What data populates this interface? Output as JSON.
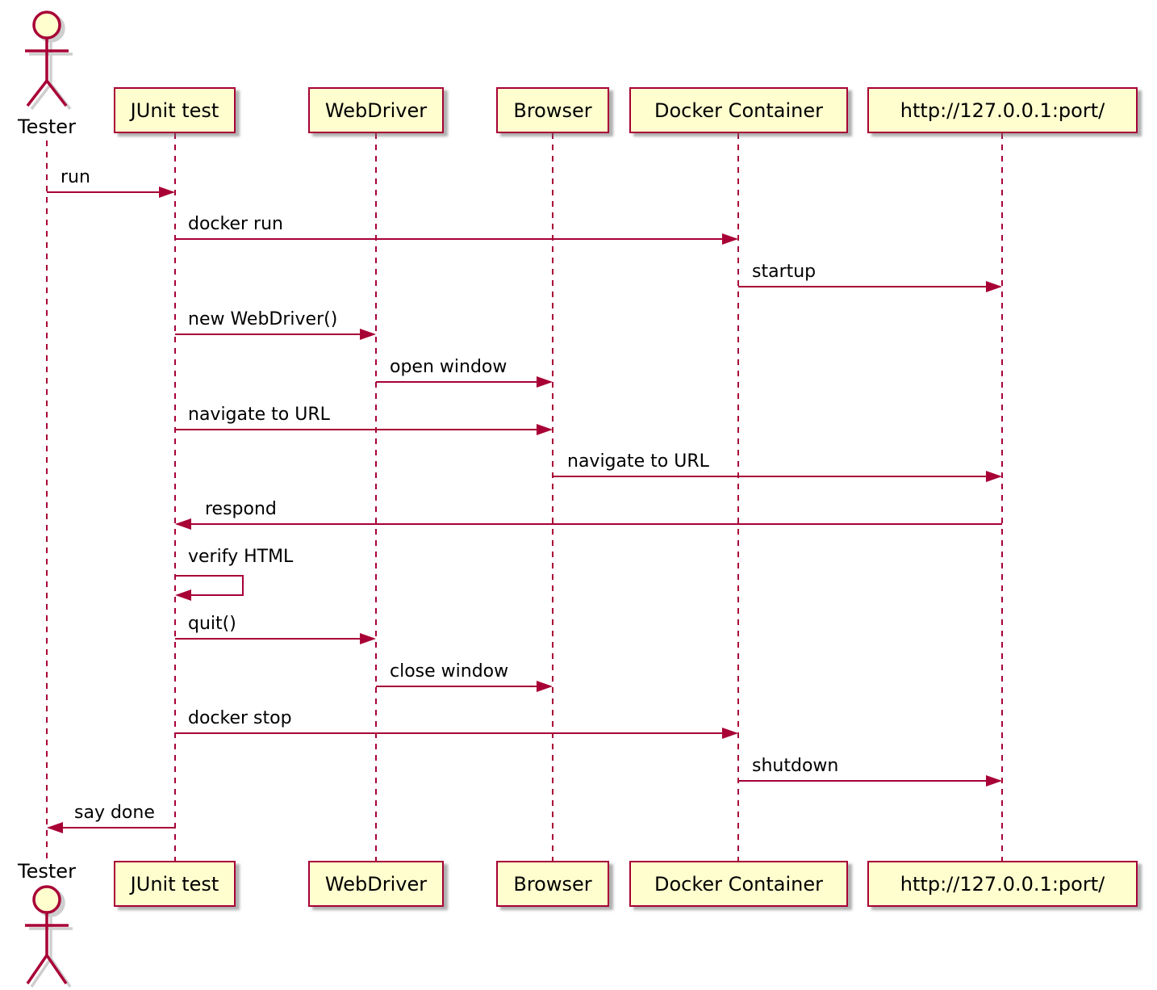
{
  "diagram": {
    "type": "sequence-diagram",
    "colors": {
      "line": "#A80036",
      "participant_fill": "#FEFECE",
      "text": "#000000",
      "shadow": "#9e9e9e"
    },
    "actor": {
      "name": "Tester"
    },
    "participants": [
      {
        "id": "junit",
        "label": "JUnit test"
      },
      {
        "id": "webdriver",
        "label": "WebDriver"
      },
      {
        "id": "browser",
        "label": "Browser"
      },
      {
        "id": "docker",
        "label": "Docker Container"
      },
      {
        "id": "url",
        "label": "http://127.0.0.1:port/"
      }
    ],
    "messages": [
      {
        "from": "Tester",
        "to": "JUnit test",
        "label": "run"
      },
      {
        "from": "JUnit test",
        "to": "Docker Container",
        "label": "docker run"
      },
      {
        "from": "Docker Container",
        "to": "http://127.0.0.1:port/",
        "label": "startup"
      },
      {
        "from": "JUnit test",
        "to": "WebDriver",
        "label": "new WebDriver()"
      },
      {
        "from": "WebDriver",
        "to": "Browser",
        "label": "open window"
      },
      {
        "from": "JUnit test",
        "to": "Browser",
        "label": "navigate to URL"
      },
      {
        "from": "Browser",
        "to": "http://127.0.0.1:port/",
        "label": "navigate to URL"
      },
      {
        "from": "http://127.0.0.1:port/",
        "to": "JUnit test",
        "label": "respond"
      },
      {
        "from": "JUnit test",
        "to": "JUnit test",
        "label": "verify HTML"
      },
      {
        "from": "JUnit test",
        "to": "WebDriver",
        "label": "quit()"
      },
      {
        "from": "WebDriver",
        "to": "Browser",
        "label": "close window"
      },
      {
        "from": "JUnit test",
        "to": "Docker Container",
        "label": "docker stop"
      },
      {
        "from": "Docker Container",
        "to": "http://127.0.0.1:port/",
        "label": "shutdown"
      },
      {
        "from": "JUnit test",
        "to": "Tester",
        "label": "say done"
      }
    ]
  }
}
